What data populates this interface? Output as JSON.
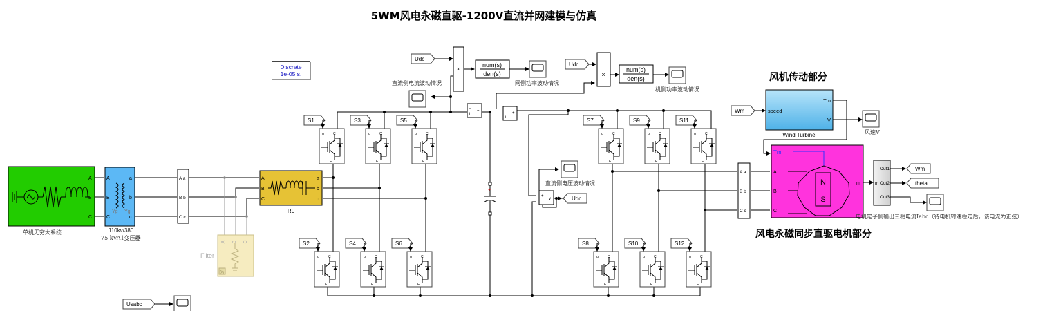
{
  "title": "5WM风电永磁直驱-1200V直流并网建模与仿真",
  "sections": {
    "wind_drive": "风机传动部分",
    "pmsg": "风电永磁同步直驱电机部分"
  },
  "solver": {
    "line1": "Discrete",
    "line2": "1e-05 s."
  },
  "blocks": {
    "source_label": "单机无穷大系统",
    "source_ports": [
      "A",
      "B",
      "C"
    ],
    "transformer_label_1": "110kv/380",
    "transformer_label_2": "75 kVA1变压器",
    "transformer_ports_in": [
      "A",
      "B",
      "C"
    ],
    "transformer_ports_out": [
      "a",
      "b",
      "c"
    ],
    "transformer_winding": "Yg",
    "meas1_ports": [
      "A a",
      "B b",
      "C c"
    ],
    "rl_label": "RL",
    "rl_ports_in": [
      "A",
      "B",
      "C"
    ],
    "rl_ports_out": [
      "a",
      "b",
      "c"
    ],
    "filter_label": "Filter",
    "filter_ports": [
      "A",
      "B",
      "C"
    ],
    "wind_turbine_label": "Wind Turbine",
    "wind_turbine_in": "speed",
    "wind_turbine_out": [
      "Tm",
      "V"
    ],
    "pmsg_in": [
      "Tm",
      "A",
      "B",
      "C"
    ],
    "pmsg_out": "m",
    "pmsg_rotor": [
      "N",
      "S"
    ],
    "meas2_ports": [
      "A a",
      "B b",
      "C c"
    ],
    "demux_ports": [
      "Out1",
      "Out2",
      "Out3"
    ],
    "demux_in": "m",
    "product_sign": "×",
    "tf_num": "num(s)",
    "tf_den": "den(s)",
    "vmeas_ports": [
      "+",
      "-",
      "v"
    ],
    "imeas_ports": [
      "-",
      "i",
      "+"
    ]
  },
  "gotos": {
    "udc1": "Udc",
    "udc2": "Udc",
    "udc_out": "Udc",
    "wm_in": "Wm",
    "wm_out": "Wm",
    "theta": "theta",
    "usabc": "Usabc"
  },
  "switch_tags_top_left": [
    "S1",
    "S3",
    "S5"
  ],
  "switch_tags_bottom_left": [
    "S2",
    "S4",
    "S6"
  ],
  "switch_tags_top_right": [
    "S7",
    "S9",
    "S11"
  ],
  "switch_tags_bottom_right": [
    "S8",
    "S10",
    "S12"
  ],
  "igbt_ports": {
    "gate": "g",
    "collector": "C",
    "emitter": "E"
  },
  "scopes": {
    "dc_current": "直流侧电流波动情况",
    "grid_power": "网侧功率波动情况",
    "machine_power": "机侧功率波动情况",
    "dc_voltage": "直流侧电压波动情况",
    "wind_speed": "风速V",
    "stator_current": "电机定子侧输出三相电流Iabc（待电机转速稳定后，该电流为正弦）"
  },
  "colors": {
    "source_green": "#22cc00",
    "transformer_blue": "#5cb8f5",
    "rl_yellow": "#e6c235",
    "filter_beige": "#f6ecc0",
    "turbine_blue": "#7fcff3",
    "pmsg_magenta": "#ff33dd",
    "solver_text": "#1010c0"
  }
}
